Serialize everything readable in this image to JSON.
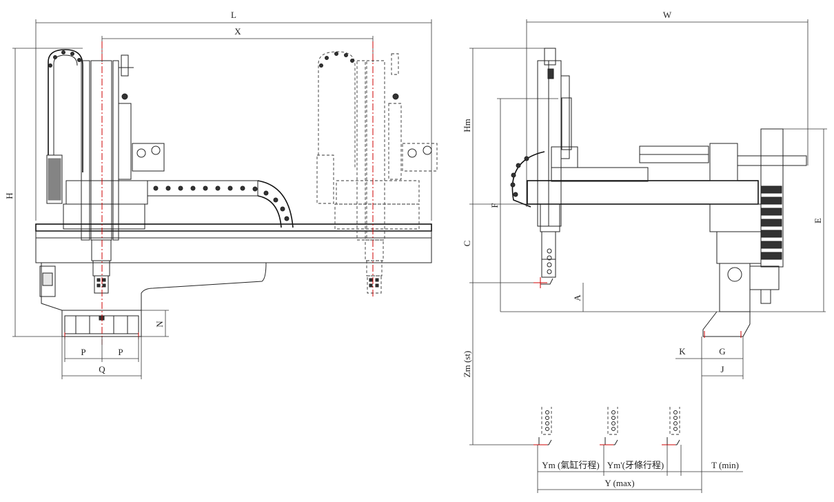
{
  "labels": {
    "L": "L",
    "X": "X",
    "H": "H",
    "N": "N",
    "P1": "P",
    "P2": "P",
    "Q": "Q",
    "W": "W",
    "Hm": "Hm",
    "F": "F",
    "C": "C",
    "E": "E",
    "A": "A",
    "K": "K",
    "G": "G",
    "J": "J",
    "Zm": "Zm (st)",
    "Ym_cyl": "Ym (氣缸行程)",
    "Ym_rack": "Ym'(牙條行程)",
    "T": "T (min)",
    "Y": "Y (max)"
  }
}
